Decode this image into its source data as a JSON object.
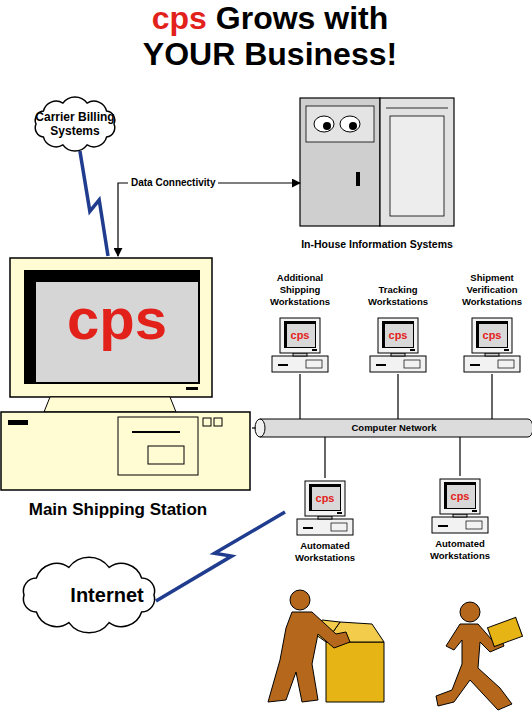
{
  "diagram": {
    "title": "cps Grows with YOUR Business!",
    "nodes": [
      {
        "text": [
          "Carrier Billing Systems"
        ]
      },
      {
        "text": [
          "In-House Information Systems"
        ]
      },
      {
        "text": [
          "cps",
          "Main Shipping Station"
        ]
      },
      {
        "text": [
          "Additional Shipping Workstations",
          "cps"
        ]
      },
      {
        "text": [
          "Tracking Workstations",
          "cps"
        ]
      },
      {
        "text": [
          "Shipment Verification Workstations",
          "cps"
        ]
      },
      {
        "text": [
          "Computer Network"
        ]
      },
      {
        "text": [
          "cps",
          "Automated Workstations"
        ]
      },
      {
        "text": [
          "cps",
          "Automated Workstations"
        ]
      },
      {
        "text": [
          "Internet"
        ]
      }
    ],
    "edges": [
      {
        "from": 0,
        "to": 2,
        "arrow": "none"
      },
      {
        "from": 2,
        "to": 1,
        "label": "Data Connectivity",
        "arrow": "both"
      },
      {
        "from": 2,
        "to": 6,
        "arrow": "none"
      },
      {
        "from": 6,
        "to": 3,
        "arrow": "none"
      },
      {
        "from": 6,
        "to": 4,
        "arrow": "none"
      },
      {
        "from": 6,
        "to": 5,
        "arrow": "none"
      },
      {
        "from": 6,
        "to": 7,
        "arrow": "none"
      },
      {
        "from": 6,
        "to": 8,
        "arrow": "none"
      },
      {
        "from": 9,
        "to": 7,
        "arrow": "none"
      }
    ]
  }
}
